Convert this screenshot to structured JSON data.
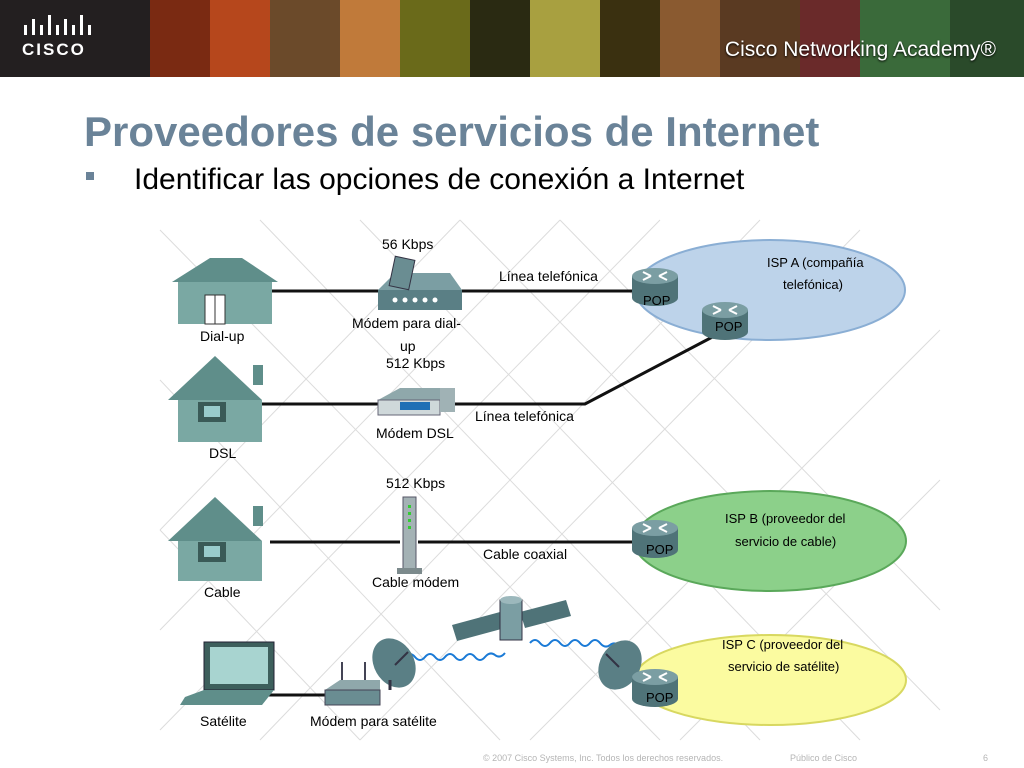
{
  "header": {
    "logo_text": "CISCO",
    "academy": "Cisco Networking Academy®"
  },
  "slide": {
    "title": "Proveedores de servicios de Internet",
    "bullet": "Identificar las opciones de conexión a Internet"
  },
  "diagram": {
    "dialup": {
      "house_label": "Dial-up",
      "speed": "56 Kbps",
      "modem_line1": "Módem para dial-",
      "modem_line2": "up",
      "link_label": "Línea telefónica"
    },
    "dsl": {
      "house_label": "DSL",
      "speed": "512 Kbps",
      "modem_label": "Módem DSL",
      "link_label": "Línea telefónica"
    },
    "cable": {
      "house_label": "Cable",
      "speed": "512 Kbps",
      "modem_label": "Cable módem",
      "link_label": "Cable coaxial"
    },
    "satellite": {
      "device_label": "Satélite",
      "modem_label": "Módem para satélite"
    },
    "isp_a": {
      "line1": "ISP A (compañía",
      "line2": "telefónica)",
      "pop1": "POP",
      "pop2": "POP",
      "color": "#bdd3ea"
    },
    "isp_b": {
      "line1": "ISP B (proveedor del",
      "line2": "servicio de cable)",
      "pop": "POP",
      "color": "#8cd08a"
    },
    "isp_c": {
      "line1": "ISP C (proveedor del",
      "line2": "servicio de satélite)",
      "pop": "POP",
      "color": "#fbfba0"
    }
  },
  "footer": {
    "copyright": "© 2007 Cisco Systems, Inc. Todos los derechos reservados.",
    "classification": "Público de Cisco",
    "page": "6"
  }
}
